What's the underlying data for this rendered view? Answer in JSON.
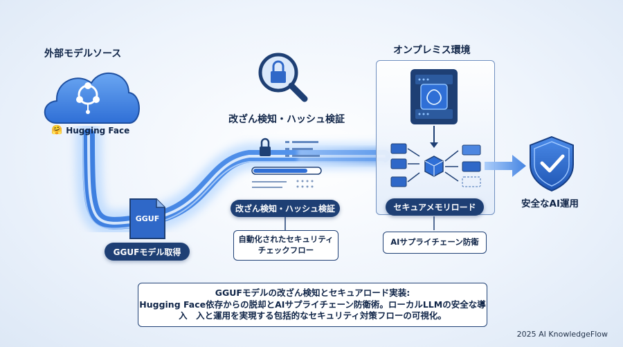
{
  "source": {
    "title": "外部モデルソース",
    "provider": "Hugging Face",
    "provider_emoji": "🤗"
  },
  "gguf": {
    "file_label": "GGUF",
    "step_label": "GGUFモデル取得"
  },
  "verify": {
    "title": "改ざん検知・ハッシュ検証",
    "step_label": "改ざん検知・ハッシュ検証",
    "note_line1": "自動化されたセキュリティ",
    "note_line2": "チェックフロー"
  },
  "onprem": {
    "title": "オンプレミス環境",
    "step_label": "セキュアメモリロード",
    "note": "AIサプライチェーン防衛"
  },
  "result": {
    "label": "安全なAI運用"
  },
  "summary": {
    "line1": "GGUFモデルの改ざん検知とセキュアロード実装:",
    "line2": "Hugging Face依存からの脱却とAIサプライチェーン防衛術。ローカルLLMの安全な導",
    "line3": "入　入と運用を実現する包括的なセキュリティ対策フローの可視化。"
  },
  "footer": "2025 AI KnowledgeFlow",
  "colors": {
    "navy": "#1e3f74",
    "accent": "#2f6fd6",
    "glow": "#8fc2ff"
  }
}
